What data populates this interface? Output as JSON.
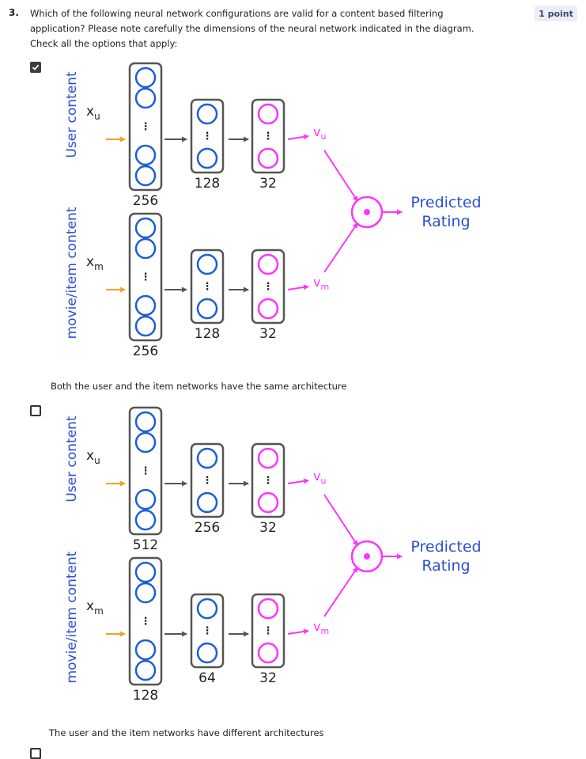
{
  "question": {
    "number": "3.",
    "text": "Which of the following neural network configurations are valid for a content based filtering application? Please note carefully the dimensions of the neural network indicated in the diagram. Check all the options that apply:",
    "points": "1 point"
  },
  "colors": {
    "blue_text": "#2d4fd6",
    "node_blue": "#1a5fd6",
    "node_magenta": "#ff33ff",
    "arrow_orange": "#f5a021",
    "arrow_gray": "#555555",
    "box_border": "#555555"
  },
  "diagram_labels": {
    "user_content": "User content",
    "item_content": "movie/item content",
    "xu_base": "x",
    "xu_sub": "u",
    "xm_base": "x",
    "xm_sub": "m",
    "vu_base": "v",
    "vu_sub": "u",
    "vm_base": "v",
    "vm_sub": "m",
    "predicted_line1": "Predicted",
    "predicted_line2": "Rating",
    "ellipsis": "⋮"
  },
  "options": [
    {
      "checked": true,
      "label": "Both the user and the item networks have the same architecture",
      "user_layers": [
        "256",
        "128",
        "32"
      ],
      "item_layers": [
        "256",
        "128",
        "32"
      ]
    },
    {
      "checked": false,
      "label": "The user and the item networks have different architectures",
      "user_layers": [
        "512",
        "256",
        "32"
      ],
      "item_layers": [
        "128",
        "64",
        "32"
      ]
    }
  ]
}
